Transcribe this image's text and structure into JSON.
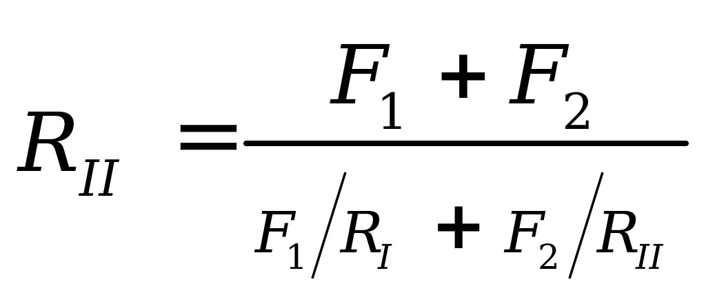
{
  "formula": {
    "lhs": {
      "symbol": "R",
      "subscript": "II"
    },
    "equals": "=",
    "numerator": {
      "term1": {
        "symbol": "F",
        "subscript": "1"
      },
      "plus": "+",
      "term2": {
        "symbol": "F",
        "subscript": "2"
      }
    },
    "denominator": {
      "term1": {
        "numerator": {
          "symbol": "F",
          "subscript": "1"
        },
        "denominator": {
          "symbol": "R",
          "subscript": "I"
        }
      },
      "plus": "+",
      "term2": {
        "numerator": {
          "symbol": "F",
          "subscript": "2"
        },
        "denominator": {
          "symbol": "R",
          "subscript": "II"
        }
      }
    }
  }
}
